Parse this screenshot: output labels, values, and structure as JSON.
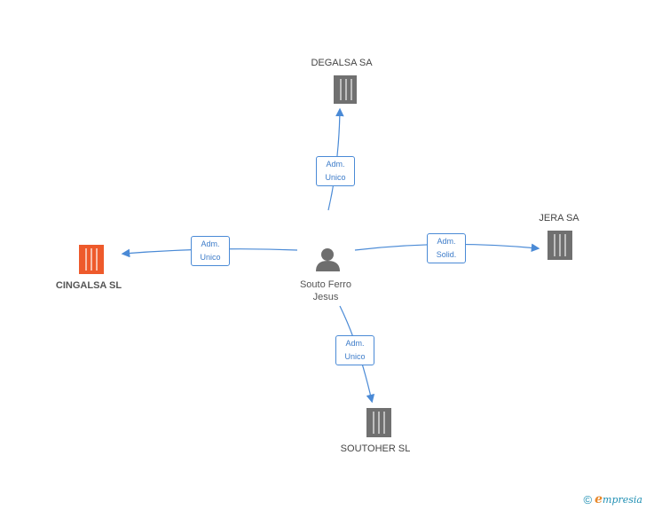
{
  "center": {
    "name_line1": "Souto Ferro",
    "name_line2": "Jesus"
  },
  "companies": {
    "top": {
      "name": "DEGALSA SA"
    },
    "right": {
      "name": "JERA SA"
    },
    "left": {
      "name": "CINGALSA SL"
    },
    "bottom": {
      "name": "SOUTOHER SL"
    }
  },
  "edges": {
    "top": {
      "line1": "Adm.",
      "line2": "Unico"
    },
    "right": {
      "line1": "Adm.",
      "line2": "Solid."
    },
    "left": {
      "line1": "Adm.",
      "line2": "Unico"
    },
    "bottom": {
      "line1": "Adm.",
      "line2": "Unico"
    }
  },
  "footer": {
    "copyright": "©",
    "brand_initial": "e",
    "brand_rest": "mpresia"
  },
  "colors": {
    "edge": "#4a8ad6",
    "building": "#707070",
    "highlight": "#ee5a2b"
  },
  "icons": {
    "person": "person-icon",
    "building": "building-icon"
  }
}
